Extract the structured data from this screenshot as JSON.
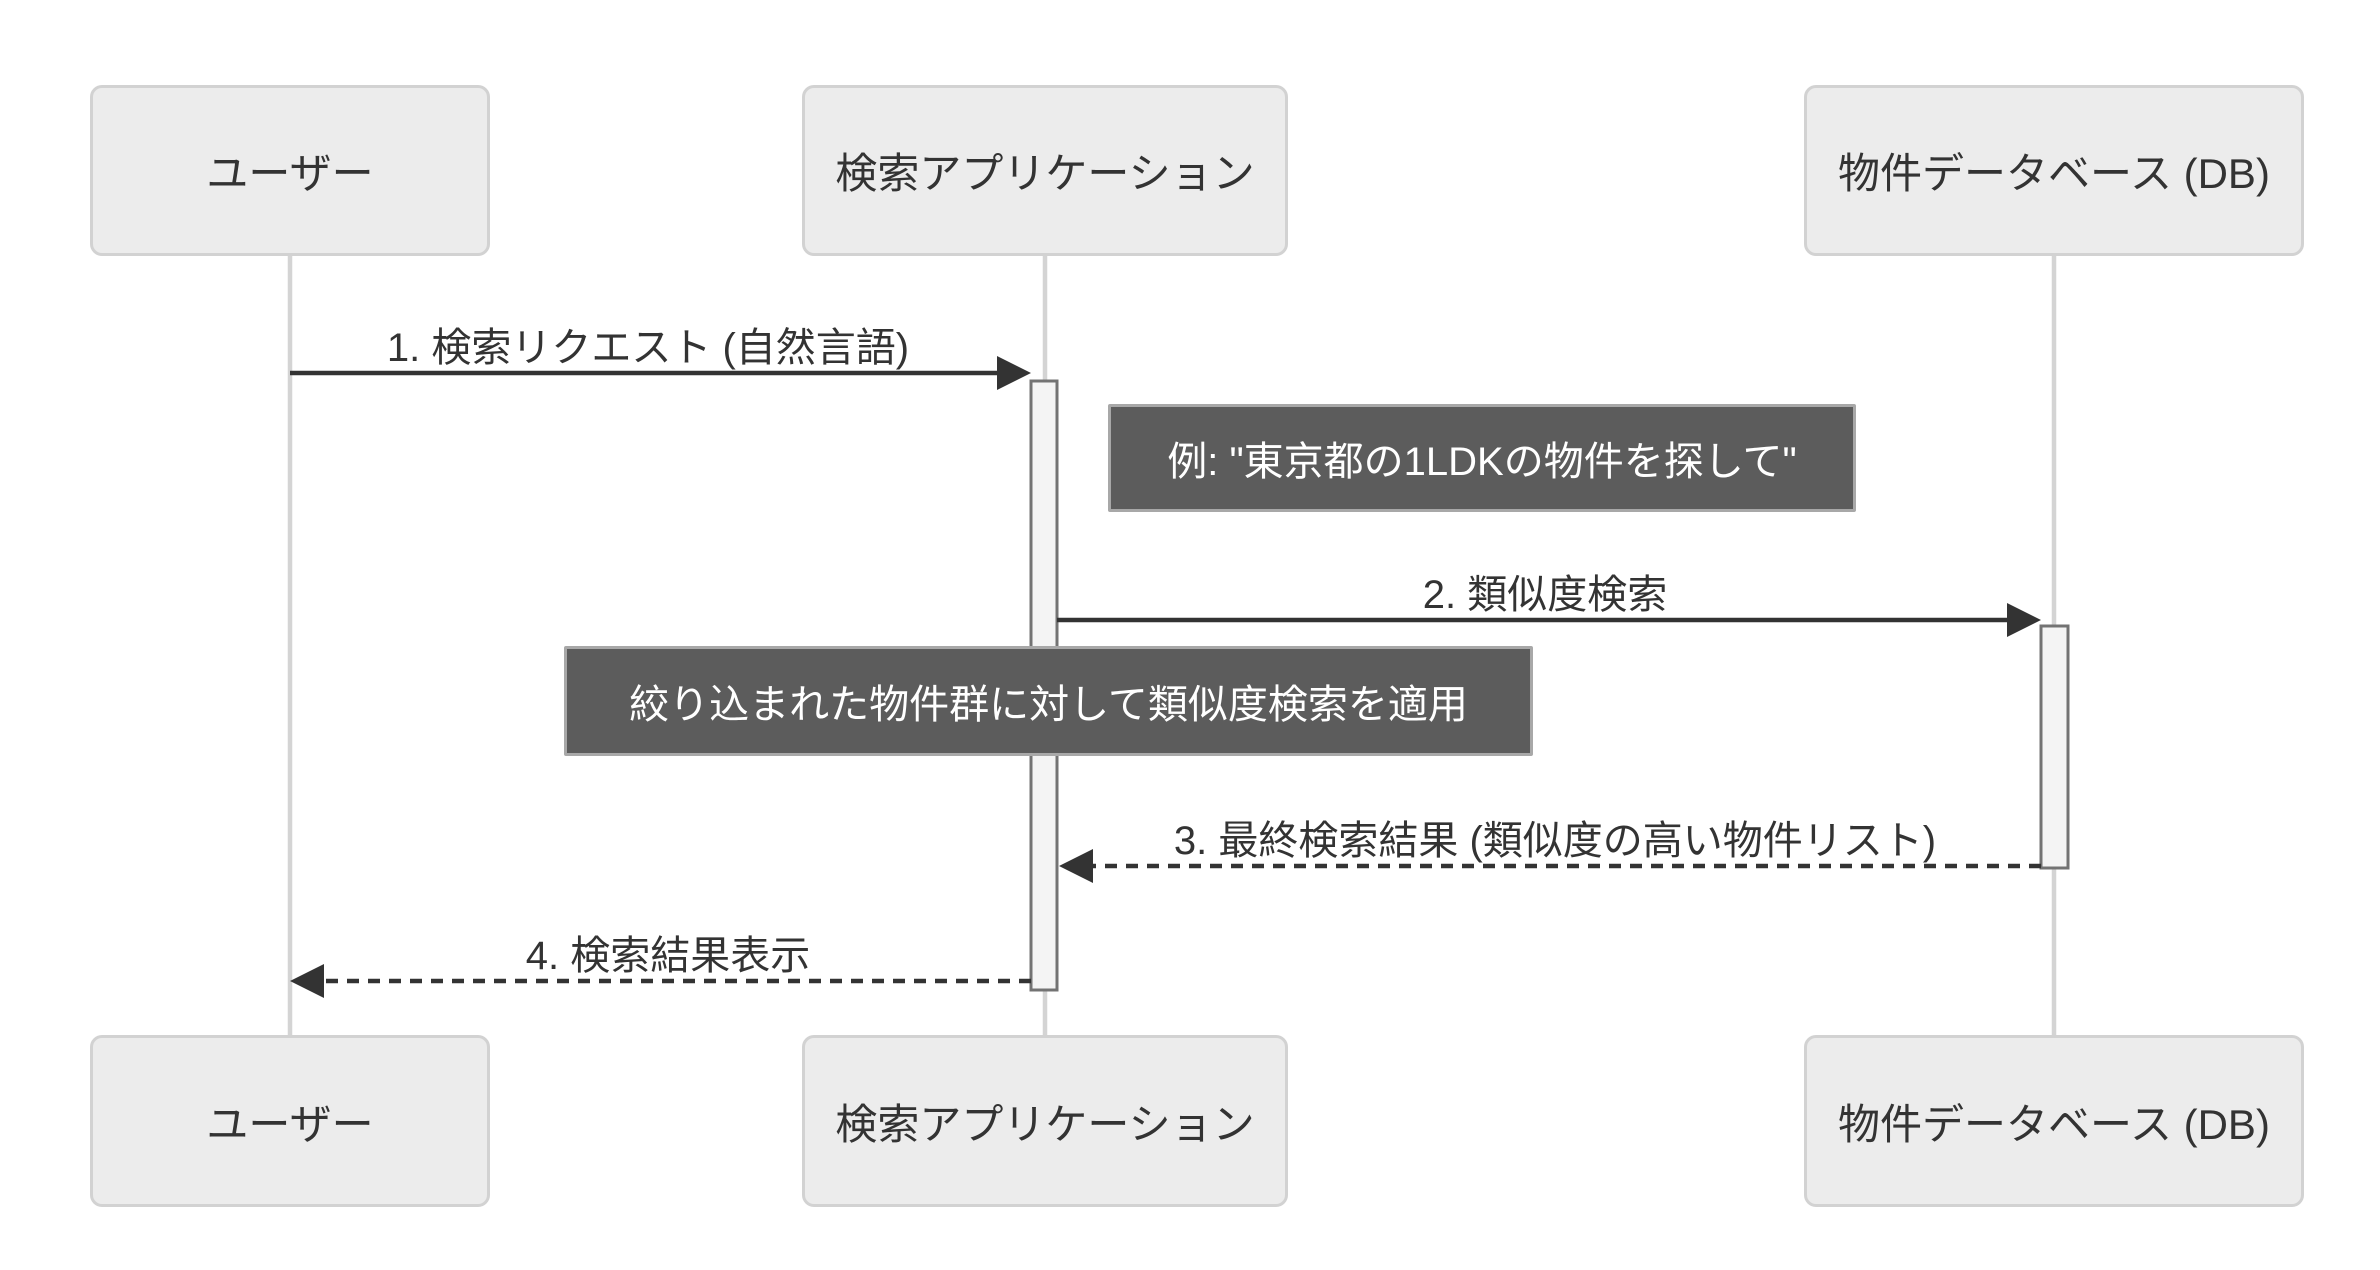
{
  "diagram": {
    "type": "sequence",
    "actors": [
      {
        "id": "user",
        "label": "ユーザー"
      },
      {
        "id": "search-app",
        "label": "検索アプリケーション"
      },
      {
        "id": "property-db",
        "label": "物件データベース (DB)"
      }
    ],
    "messages": [
      {
        "from": "user",
        "to": "search-app",
        "label": "1. 検索リクエスト (自然言語)",
        "line": "solid"
      },
      {
        "from": "search-app",
        "to": "property-db",
        "label": "2. 類似度検索",
        "line": "solid"
      },
      {
        "from": "property-db",
        "to": "search-app",
        "label": "3. 最終検索結果 (類似度の高い物件リスト)",
        "line": "dashed"
      },
      {
        "from": "search-app",
        "to": "user",
        "label": "4. 検索結果表示",
        "line": "dashed"
      }
    ],
    "notes": [
      {
        "text": "例: \"東京都の1LDKの物件を探して\"",
        "position": "right-of-search-app"
      },
      {
        "text": "絞り込まれた物件群に対して類似度検索を適用",
        "position": "over-search-app"
      }
    ],
    "colors": {
      "background": "#ffffff",
      "actor_fill": "#ececec",
      "actor_border": "#d2d2d2",
      "actor_text": "#333333",
      "note_fill": "#5c5c5c",
      "note_border": "#a8a8a8",
      "note_text": "#ffffff",
      "message_line": "#333333",
      "lifeline": "#d4d4d4",
      "activation_fill": "#f4f4f4",
      "activation_border": "#737373"
    }
  }
}
